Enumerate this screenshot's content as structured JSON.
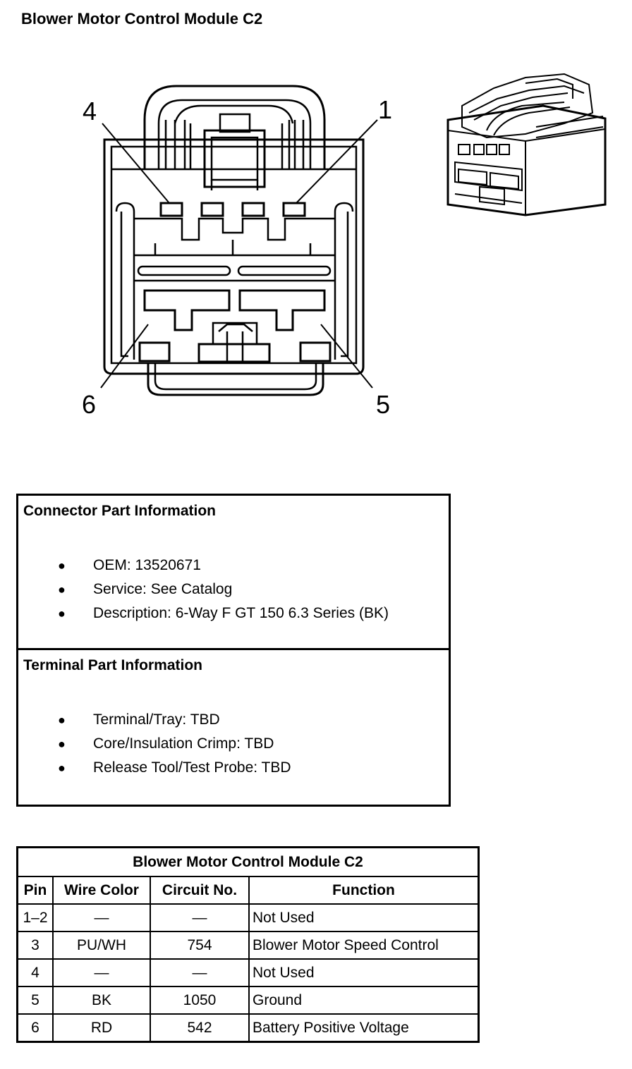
{
  "title": "Blower Motor Control Module C2",
  "diagram": {
    "pin_labels": [
      "4",
      "1",
      "6",
      "5"
    ]
  },
  "connector_info": {
    "heading": "Connector Part Information",
    "items": [
      "OEM: 13520671",
      "Service: See Catalog",
      "Description: 6-Way F GT 150 6.3 Series (BK)"
    ]
  },
  "terminal_info": {
    "heading": "Terminal Part Information",
    "items": [
      "Terminal/Tray: TBD",
      "Core/Insulation Crimp: TBD",
      "Release Tool/Test Probe: TBD"
    ]
  },
  "pin_table": {
    "caption": "Blower Motor Control Module C2",
    "headers": [
      "Pin",
      "Wire Color",
      "Circuit No.",
      "Function"
    ],
    "rows": [
      [
        "1–2",
        "—",
        "—",
        "Not Used"
      ],
      [
        "3",
        "PU/WH",
        "754",
        "Blower Motor Speed Control"
      ],
      [
        "4",
        "—",
        "—",
        "Not Used"
      ],
      [
        "5",
        "BK",
        "1050",
        "Ground"
      ],
      [
        "6",
        "RD",
        "542",
        "Battery Positive Voltage"
      ]
    ]
  }
}
